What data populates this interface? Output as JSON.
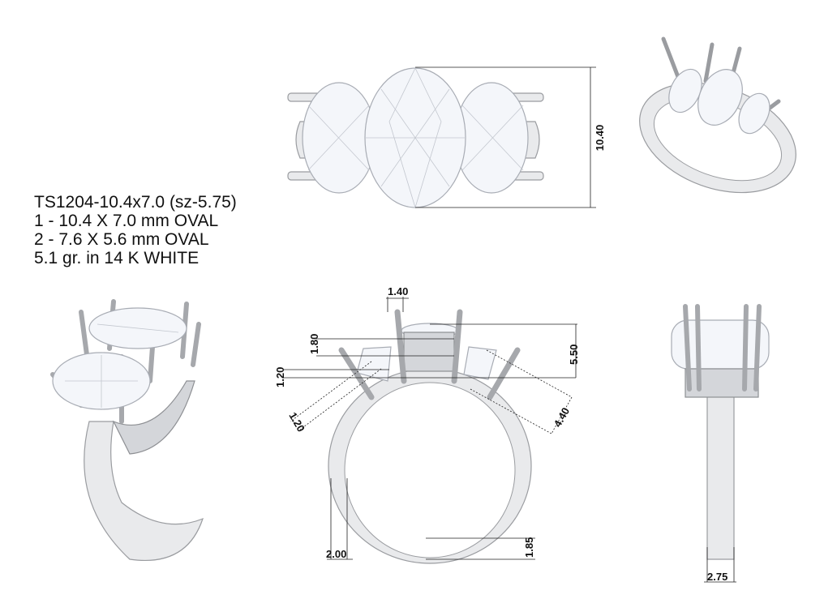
{
  "spec": {
    "lines": [
      "TS1204-10.4x7.0 (sz-5.75)",
      "1 - 10.4 X 7.0 mm OVAL",
      "2 - 7.6 X 5.6 mm OVAL",
      "5.1 gr.  in 14 K WHITE"
    ]
  },
  "dimensions": {
    "top_length": "10.40",
    "prong_width": "1.40",
    "center_height": "1.80",
    "side_height": "1.20",
    "side_diag": "1.20",
    "total_height": "5.50",
    "side_stone": "4.40",
    "shank_width": "2.00",
    "shank_thickness": "1.85",
    "side_band": "2.75"
  }
}
